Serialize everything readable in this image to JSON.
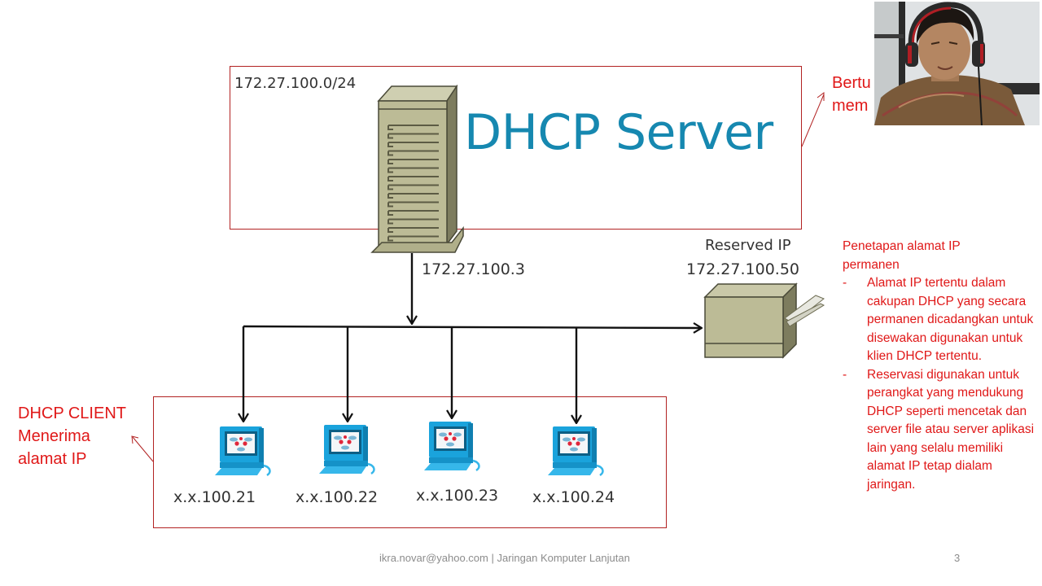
{
  "slide": {
    "subnet_label": "172.27.100.0/24",
    "server_title": "DHCP Server",
    "server_ip": "172.27.100.3",
    "reserved": {
      "title": "Reserved IP",
      "ip": "172.27.100.50"
    },
    "clients": [
      {
        "ip": "x.x.100.21"
      },
      {
        "ip": "x.x.100.22"
      },
      {
        "ip": "x.x.100.23"
      },
      {
        "ip": "x.x.100.24"
      }
    ],
    "client_note": {
      "line1": "DHCP CLIENT",
      "line2": "Menerima",
      "line3": "alamat  IP"
    },
    "cut_note": {
      "line1": "Bertu",
      "line2": "mem"
    },
    "side_notes": {
      "heading_line1": "Penetapan alamat IP",
      "heading_line2": "permanen",
      "bullets": [
        {
          "dash": "-",
          "text": "Alamat IP tertentu dalam cakupan DHCP yang secara permanen dicadangkan untuk disewakan digunakan untuk klien DHCP tertentu."
        },
        {
          "dash": "-",
          "text": "Reservasi digunakan untuk perangkat yang mendukung DHCP seperti mencetak dan server file atau server aplikasi lain yang selalu memiliki alamat IP tetap dialam jaringan."
        }
      ]
    },
    "footer": "ikra.novar@yahoo.com | Jaringan Komputer Lanjutan",
    "page_number": "3"
  },
  "colors": {
    "annotation_red": "#e01818",
    "box_border": "#b22222",
    "title_blue": "#1688b0",
    "device_khaki": "#b9b893",
    "client_blue": "#1aa3dc"
  },
  "webcam": {
    "icon": "webcam-presenter-video"
  }
}
